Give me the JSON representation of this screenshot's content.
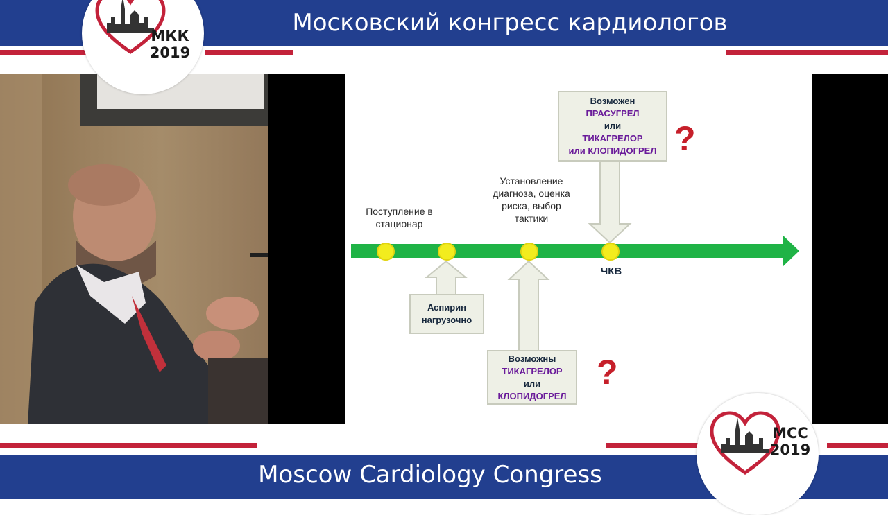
{
  "header": {
    "title": "Московский конгресс кардиологов"
  },
  "footer": {
    "title": "Moscow Cardiology Congress"
  },
  "logo_ru": {
    "line1": "МКК",
    "line2": "2019"
  },
  "logo_en": {
    "line1": "MCC",
    "line2": "2019"
  },
  "slide": {
    "labels": {
      "admission": "Поступление в стационар",
      "diagnosis": "Установление диагноза, оценка риска, выбор тактики",
      "pci": "ЧКВ"
    },
    "box_top": {
      "l1": "Возможен",
      "l2": "ПРАСУГРЕЛ",
      "l3": "или",
      "l4": "ТИКАГРЕЛОР",
      "l5": "или КЛОПИДОГРЕЛ"
    },
    "box_aspirin": {
      "l1": "Аспирин",
      "l2": "нагрузочно"
    },
    "box_bottom": {
      "l1": "Возможны",
      "l2": "ТИКАГРЕЛОР",
      "l3": "или",
      "l4": "КЛОПИДОГРЕЛ"
    },
    "question_mark": "?"
  },
  "colors": {
    "brand_blue": "#223f8f",
    "brand_red": "#c3223a",
    "arrow_green": "#1fb346",
    "dot_yellow": "#f2ec1e"
  }
}
